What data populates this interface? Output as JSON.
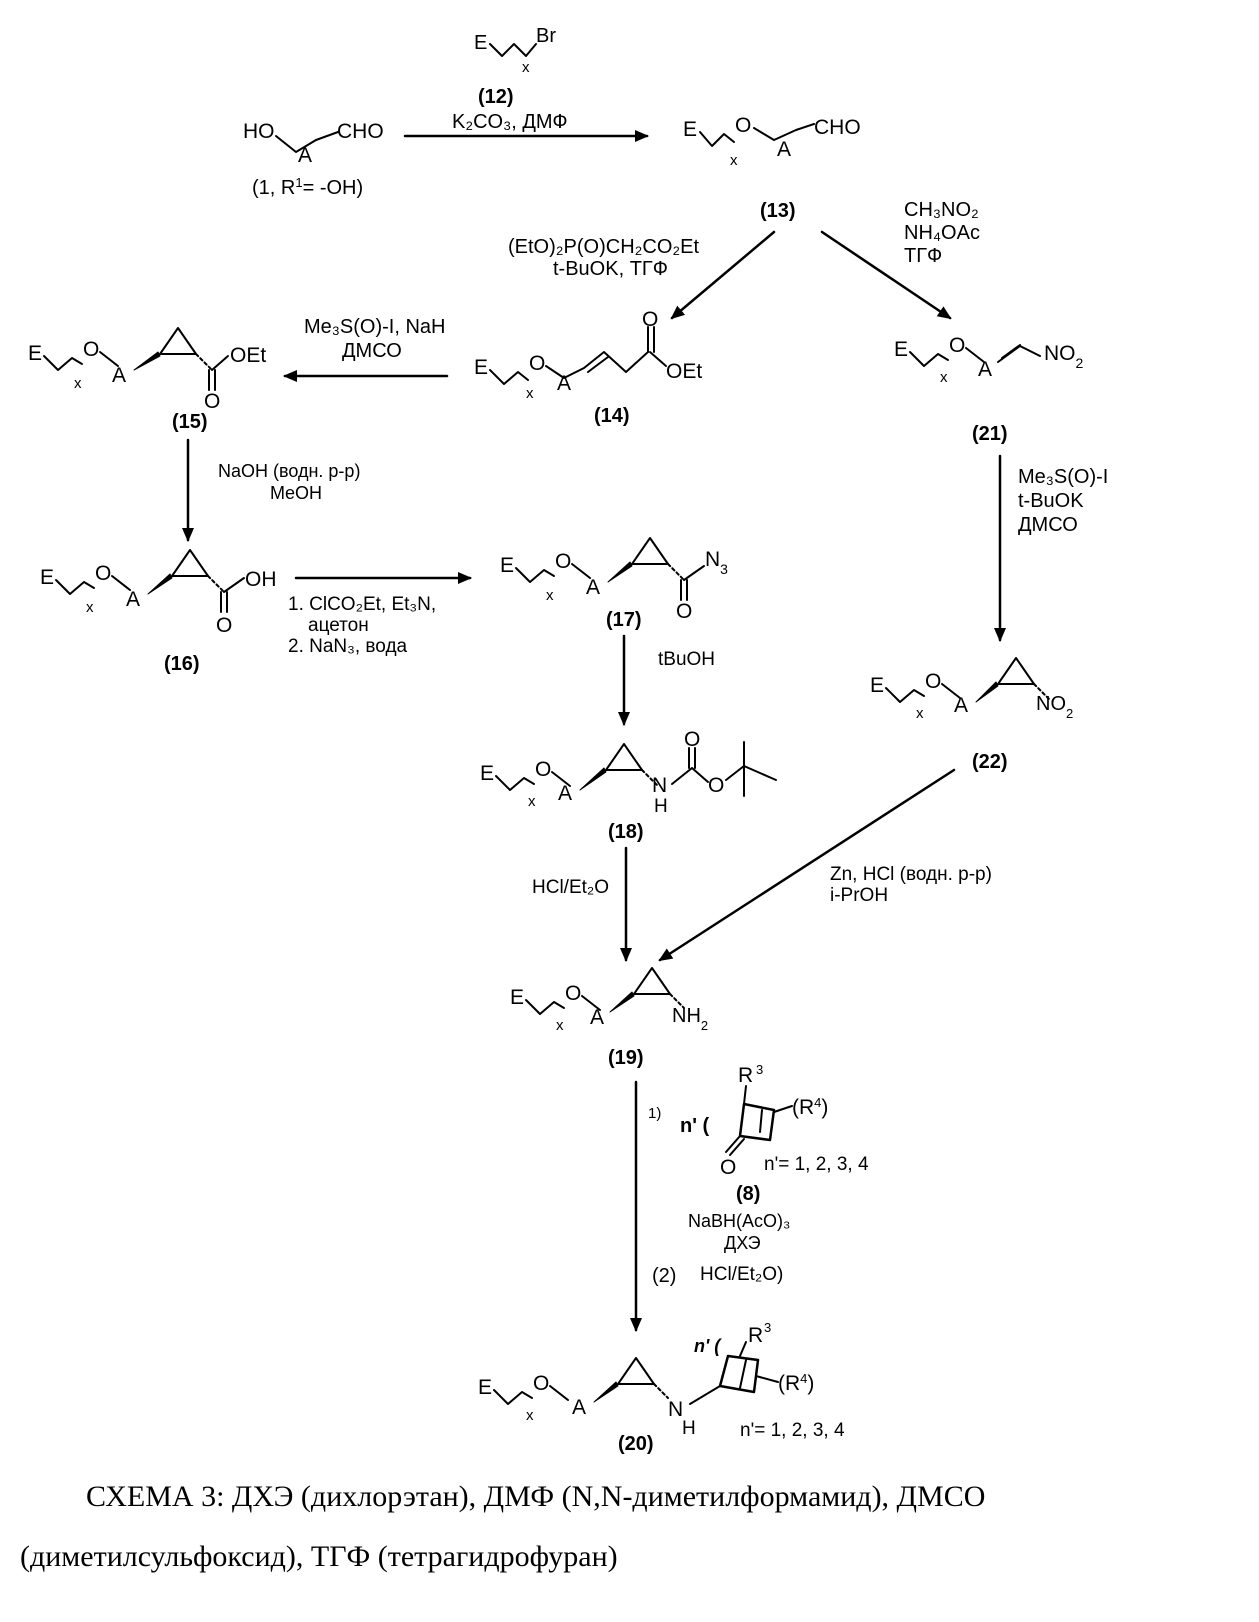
{
  "compounds": {
    "c1": {
      "label": "(1, R",
      "sup": "1",
      "tail": "= -OH)"
    },
    "c12": {
      "label": "(12)"
    },
    "c13": {
      "label": "(13)"
    },
    "c14": {
      "label": "(14)"
    },
    "c15": {
      "label": "(15)"
    },
    "c16": {
      "label": "(16)"
    },
    "c17": {
      "label": "(17)"
    },
    "c18": {
      "label": "(18)"
    },
    "c19": {
      "label": "(19)"
    },
    "c20": {
      "label": "(20)"
    },
    "c21": {
      "label": "(21)"
    },
    "c22": {
      "label": "(22)"
    },
    "c8": {
      "label": "(8)"
    }
  },
  "atoms": {
    "E": "E",
    "A": "A",
    "O": "O",
    "x": "x",
    "Br": "Br",
    "HO": "HO",
    "CHO": "CHO",
    "OEt": "OEt",
    "OH": "OH",
    "N": "N",
    "N3_sub": "3",
    "NO": "NO",
    "two": "2",
    "H": "H",
    "NH": "NH",
    "R3": "R",
    "three": "3",
    "R4": "(R",
    "four": "4",
    "paren_close": ")",
    "nprime": "n' (",
    "nprime2": "n' (",
    "n_values": "n'= 1, 2, 3, 4"
  },
  "reagents": {
    "r12": "K₂CO₃, ДМФ",
    "r14_line1": "(EtO)₂P(O)CH₂CO₂Et",
    "r14_line2": "t-BuOK, ТГФ",
    "r21_line1": "CH₃NO₂",
    "r21_line2": "NH₄OAc",
    "r21_line3": "ТГФ",
    "r15_line1": "Me₃S(O)-I, NaH",
    "r15_line2": "ДМСО",
    "r16_line1": "NaOH (водн. р-р)",
    "r16_line2": "MeOH",
    "r17_line1": "1. ClCO₂Et, Et₃N,",
    "r17_line2": "ацетон",
    "r17_line3": "2. NaN₃, вода",
    "r18": "tBuOH",
    "r22_line1": "Me₃S(O)-I",
    "r22_line2": "t-BuOK",
    "r22_line3": "ДМСО",
    "r19a": "HCl/Et₂O",
    "r19b_line1": "Zn, HCl (водн. р-р)",
    "r19b_line2": "i-PrOH",
    "r20_step1": "1)",
    "r20_line1": "NaBH(AcO)₃",
    "r20_line2": "ДХЭ",
    "r20_step2": "(2)",
    "r20_line3": "HCl/Et₂O)"
  },
  "caption": {
    "line1": "СХЕМА 3: ДХЭ (дихлорэтан), ДМФ (N,N-диметилформамид), ДМСО",
    "line2": "(диметилсульфоксид), ТГФ (тетрагидрофуран)"
  }
}
